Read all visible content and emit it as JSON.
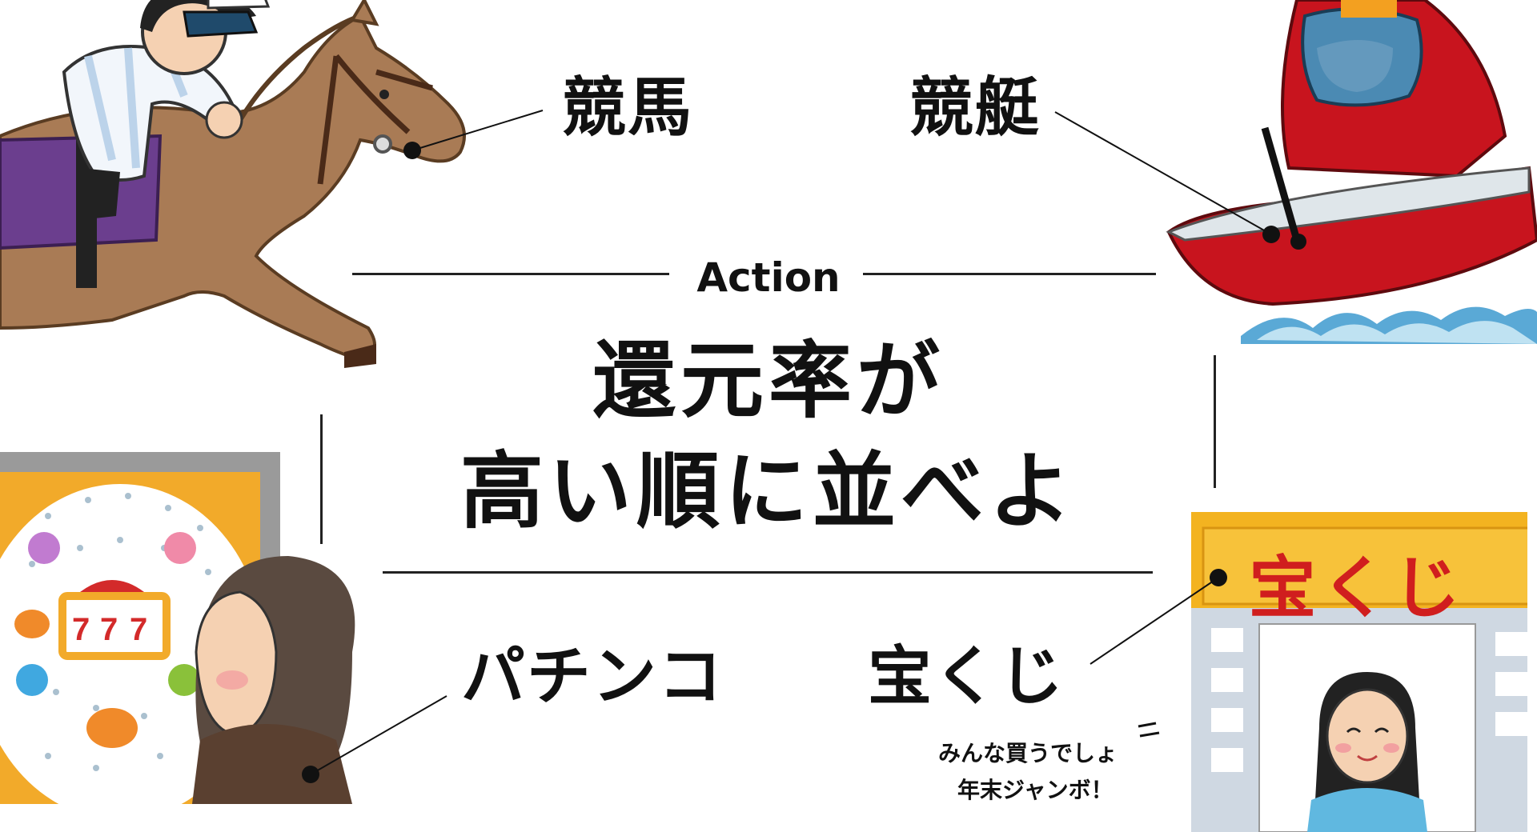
{
  "header": {
    "action_label": "Action"
  },
  "main": {
    "title_line1": "還元率が",
    "title_line2": "高い順に並べよ"
  },
  "items": {
    "horse_racing": "競馬",
    "boat_racing": "競艇",
    "pachinko": "パチンコ",
    "lottery": "宝くじ"
  },
  "lottery_shop": {
    "sign": "宝くじ"
  },
  "annotation": {
    "line1": "みんな買うでしょ",
    "line2": "年末ジャンボ！"
  },
  "colors": {
    "horse": "#a97b55",
    "boat": "#c8141e",
    "shop_sign": "#f3b320",
    "pachinko_frame": "#f2aa2a"
  }
}
